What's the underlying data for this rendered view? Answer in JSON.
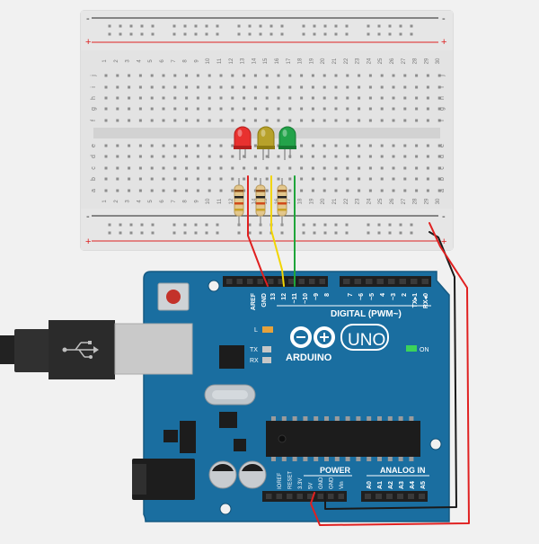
{
  "breadboard": {
    "rail_minus": "-",
    "rail_plus": "+",
    "row_letters_top": [
      "j",
      "i",
      "h",
      "g",
      "f"
    ],
    "row_letters_bottom": [
      "e",
      "d",
      "c",
      "b",
      "a"
    ],
    "column_numbers": [
      "1",
      "2",
      "3",
      "4",
      "5",
      "6",
      "7",
      "8",
      "9",
      "10",
      "11",
      "12",
      "13",
      "14",
      "15",
      "16",
      "17",
      "18",
      "19",
      "20",
      "21",
      "22",
      "23",
      "24",
      "25",
      "26",
      "27",
      "28",
      "29",
      "30"
    ]
  },
  "components": {
    "leds": [
      {
        "name": "led-red",
        "color": "#e8312f",
        "dark": "#b21f1d"
      },
      {
        "name": "led-yellow",
        "color": "#b7a12a",
        "dark": "#8c7a12"
      },
      {
        "name": "led-green",
        "color": "#23a34a",
        "dark": "#167a33"
      }
    ],
    "resistor_count": 3
  },
  "wires": {
    "red": "#e02020",
    "yellow": "#f2d500",
    "green": "#1fa53a",
    "black": "#1a1a1a"
  },
  "arduino": {
    "board_color": "#1a6ea0",
    "logo_text": "ARDUINO",
    "model_text": "UNO",
    "digital_label": "DIGITAL (PWM~)",
    "header_pins": [
      "AREF",
      "GND",
      "13",
      "12",
      "~11",
      "~10",
      "~9",
      "8",
      "7",
      "~6",
      "~5",
      "4",
      "~3",
      "2",
      "TX▸1",
      "RX◂0"
    ],
    "led_labels": [
      "L",
      "TX",
      "RX"
    ],
    "on_label": "ON",
    "power_label": "POWER",
    "analog_label": "ANALOG IN",
    "power_pins": [
      "IOREF",
      "RESET",
      "3.3V",
      "5V",
      "GND",
      "GND",
      "Vin"
    ],
    "analog_pins": [
      "A0",
      "A1",
      "A2",
      "A3",
      "A4",
      "A5"
    ]
  }
}
